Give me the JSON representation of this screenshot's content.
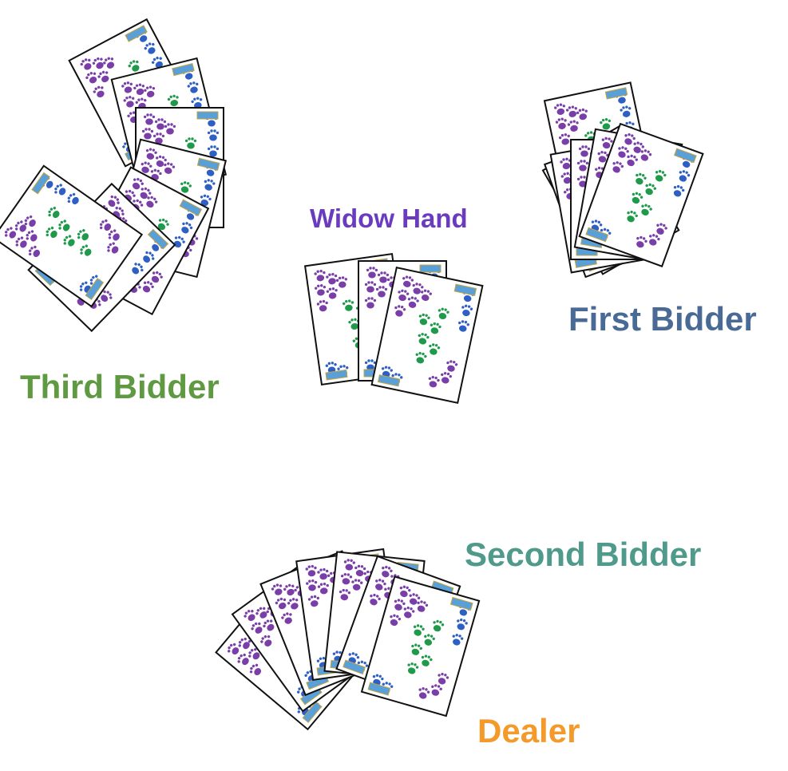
{
  "labels": {
    "widow_hand": "Widow Hand",
    "first_bidder": "First Bidder",
    "third_bidder": "Third Bidder",
    "second_bidder": "Second Bidder",
    "dealer": "Dealer"
  },
  "colors": {
    "widow_hand": "#6a3bbf",
    "first_bidder": "#4a6a96",
    "third_bidder": "#5f9a42",
    "second_bidder": "#4f9a8a",
    "dealer": "#f39a2b",
    "paw_purple": "#7a3ea8",
    "paw_blue": "#2e5fc4",
    "paw_green": "#1f9a4a",
    "card_corner": "#5aa0d8"
  },
  "icons": [
    "card-back-icon",
    "paw-print-icon"
  ]
}
